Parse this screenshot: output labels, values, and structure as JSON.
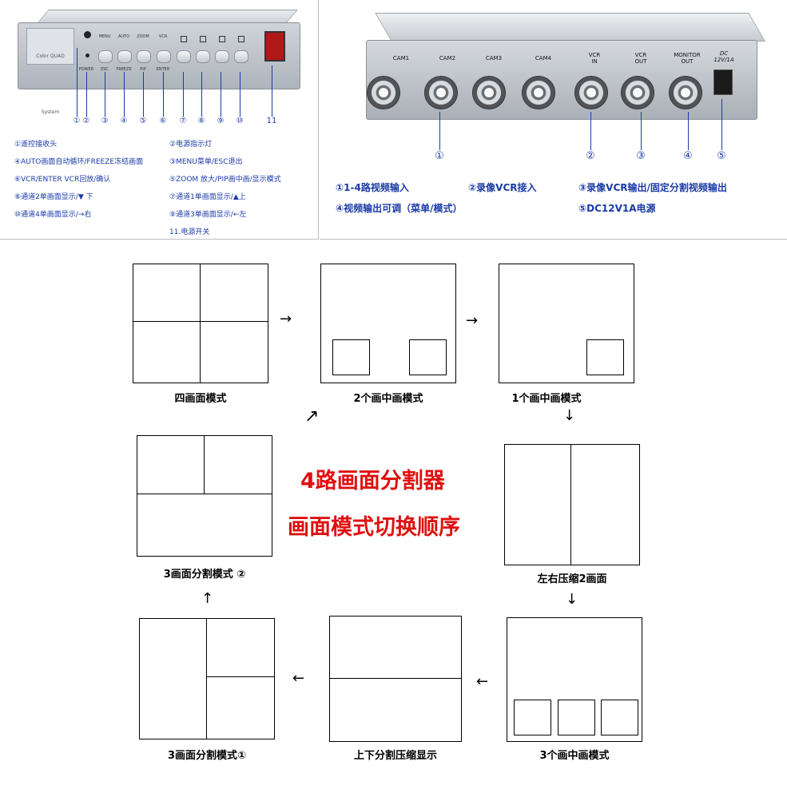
{
  "front": {
    "label_plate": "Color QUAD System",
    "top_labels": [
      "MENU",
      "AUTO",
      "ZOOM",
      "VCR"
    ],
    "bottom_labels": [
      "POWER",
      "ESC",
      "FREEZE",
      "PIP",
      "ENTER"
    ],
    "callout_numbers": [
      "①",
      "②",
      "③",
      "④",
      "⑤",
      "⑥",
      "⑦",
      "⑧",
      "⑨",
      "⑩",
      "11"
    ],
    "legend": [
      {
        "left": "①遥控接收头",
        "right": "②电源指示灯"
      },
      {
        "left": "④AUTO画面自动循环/FREEZE冻结画面",
        "right": "③MENU菜单/ESC退出"
      },
      {
        "left": "⑥VCR/ENTER VCR回放/确认",
        "right": "⑤ZOOM 放大/PIP画中画/显示模式"
      },
      {
        "left": "⑧通道2单画面显示/▼ 下",
        "right": "⑦通道1单画面显示/▲上"
      },
      {
        "left": "⑩通道4单画面显示/→右",
        "right": "⑨通道3单画面显示/←左"
      },
      {
        "left": "",
        "right": "11.电源开关"
      }
    ]
  },
  "rear": {
    "port_labels": [
      {
        "line1": "CAM1",
        "line2": ""
      },
      {
        "line1": "CAM2",
        "line2": ""
      },
      {
        "line1": "CAM3",
        "line2": ""
      },
      {
        "line1": "CAM4",
        "line2": ""
      },
      {
        "line1": "VCR",
        "line2": "IN"
      },
      {
        "line1": "VCR",
        "line2": "OUT"
      },
      {
        "line1": "MONITOR",
        "line2": "OUT"
      },
      {
        "line1": "DC",
        "line2": "12V/1A"
      }
    ],
    "callout_numbers": [
      "①",
      "②",
      "③",
      "④",
      "⑤"
    ],
    "legend": [
      "①1-4路视频输入",
      "②录像VCR接入",
      "③录像VCR输出/固定分割视频输出",
      "④视频输出可调（菜单/模式）",
      "⑤DC12V1A电源"
    ]
  },
  "diagram": {
    "title_line1": "4路画面分割器",
    "title_line2": "画面模式切换顺序",
    "modes": [
      {
        "id": "quad",
        "caption": "四画面模式"
      },
      {
        "id": "pip2",
        "caption": "2个画中画模式"
      },
      {
        "id": "pip1",
        "caption": "1个画中画模式"
      },
      {
        "id": "split-lr",
        "caption": "左右压缩2画面"
      },
      {
        "id": "pip3",
        "caption": "3个画中画模式"
      },
      {
        "id": "split-tb",
        "caption": "上下分割压缩显示"
      },
      {
        "id": "tri1",
        "caption": "3画面分割模式①"
      },
      {
        "id": "tri2",
        "caption": "3画面分割模式 ②"
      }
    ],
    "arrows": {
      "right": "→",
      "left": "←",
      "down": "↓",
      "up": "↑",
      "diag": "↗"
    }
  }
}
